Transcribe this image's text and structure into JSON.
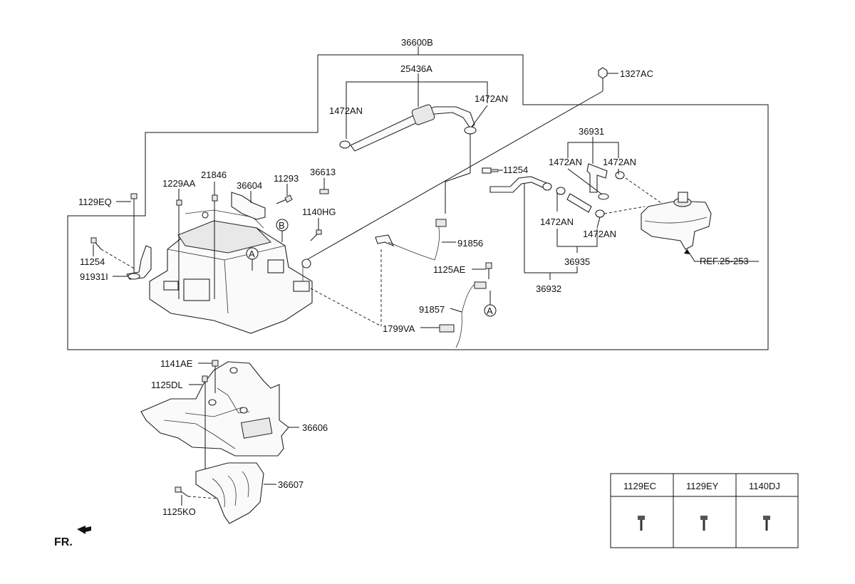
{
  "labels": {
    "main_assy": "36600B",
    "hose_assy": "25436A",
    "clamp_l": "1472AN",
    "clamp_r": "1472AN",
    "nut_top": "1327AC",
    "hose_group": "36931",
    "clamp_a": "1472AN",
    "clamp_b": "1472AN",
    "clamp_c": "1472AN",
    "clamp_d": "1472AN",
    "bolt_hose": "11254",
    "sub_hose": "36935",
    "hose_assy2": "36932",
    "ref": "REF.25-253",
    "cable_91856": "91856",
    "bolt_1125ae": "1125AE",
    "cable_91857": "91857",
    "connector": "1799VA",
    "bolt_1129eq": "1129EQ",
    "bolt_1229aa": "1229AA",
    "bolt_21846": "21846",
    "bracket_36604": "36604",
    "screw_11293": "11293",
    "clip_36613": "36613",
    "bolt_1140hg": "1140HG",
    "bolt_11254": "11254",
    "bracket_91931": "91931I",
    "bolt_1141ae": "1141AE",
    "bolt_1125dl": "1125DL",
    "bracket_36606": "36606",
    "bracket_36607": "36607",
    "bolt_1125ko": "1125KO",
    "marker_a": "A",
    "marker_b": "B",
    "fr": "FR."
  },
  "fastener_table": {
    "headers": [
      "1129EC",
      "1129EY",
      "1140DJ"
    ]
  }
}
